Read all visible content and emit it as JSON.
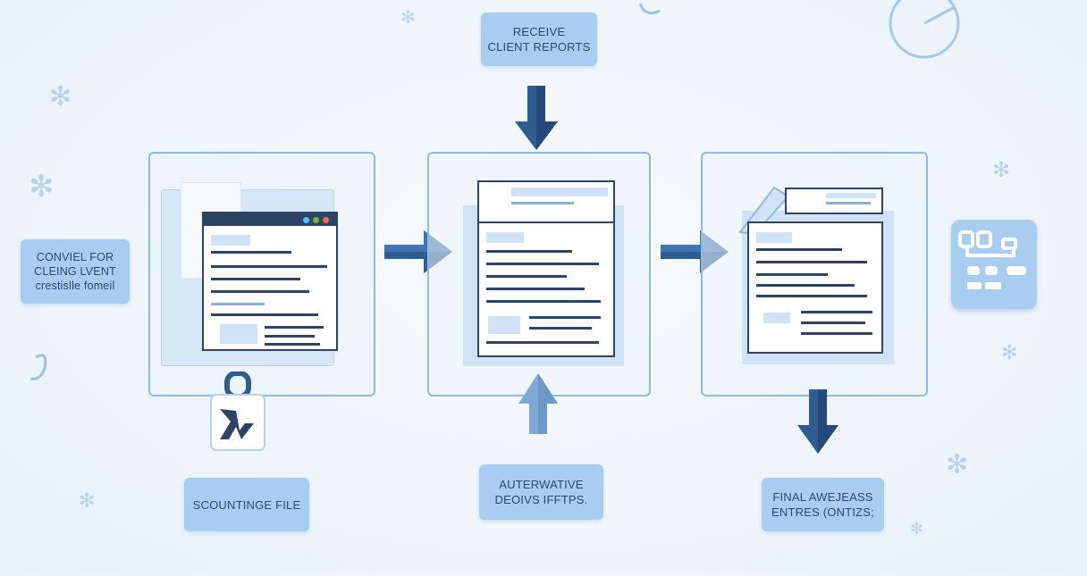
{
  "nodes": {
    "receive": {
      "line1": "RECEIVE",
      "line2": "CLIENT REPORTS"
    },
    "convert": {
      "line1": "CONVIEL FOR",
      "line2": "CLEING LVENT",
      "line3": "crestislle fomeil"
    },
    "scanning": {
      "label": "SCOUNTINGE FILE"
    },
    "automated": {
      "line1": "AUTERWATIVE",
      "line2": "DEOIVS IFFTPS."
    },
    "final": {
      "line1": "FINAL AWEJEASS",
      "line2": "ENTRES (ONTIZS;"
    }
  },
  "colors": {
    "accent": "#2f5d92",
    "label_bg": "#a9cdf0",
    "frame": "#8fbbe0",
    "doc_dark": "#2c4466"
  },
  "icons": [
    "snowflake-icon",
    "lock-icon",
    "arrow-right-icon",
    "arrow-down-icon",
    "arrow-up-icon",
    "settings-panel-icon",
    "pie-chart-icon"
  ]
}
